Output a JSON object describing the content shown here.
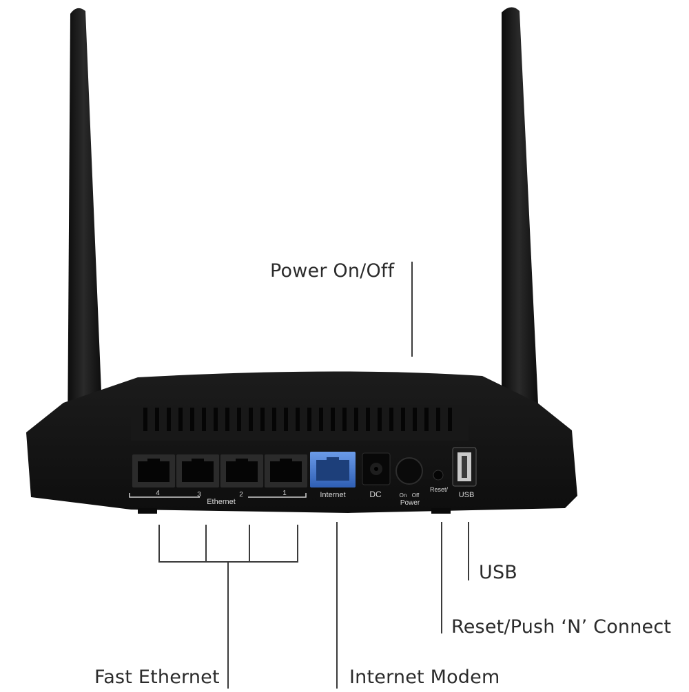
{
  "callouts": {
    "power": "Power On/Off",
    "usb": "USB",
    "reset": "Reset/Push ‘N’ Connect",
    "fast_ethernet": "Fast Ethernet",
    "internet_modem": "Internet Modem"
  },
  "port_labels": {
    "eth4": "4",
    "eth3": "3",
    "eth2": "2",
    "eth1": "1",
    "ethernet": "Ethernet",
    "internet": "Internet",
    "dc": "DC",
    "on": "On",
    "off": "Off",
    "power": "Power",
    "reset": "Reset/",
    "usb": "USB"
  },
  "colors": {
    "body": "#141414",
    "port_blue": "#4a7bd1",
    "callout_line": "#3a3a3a"
  }
}
